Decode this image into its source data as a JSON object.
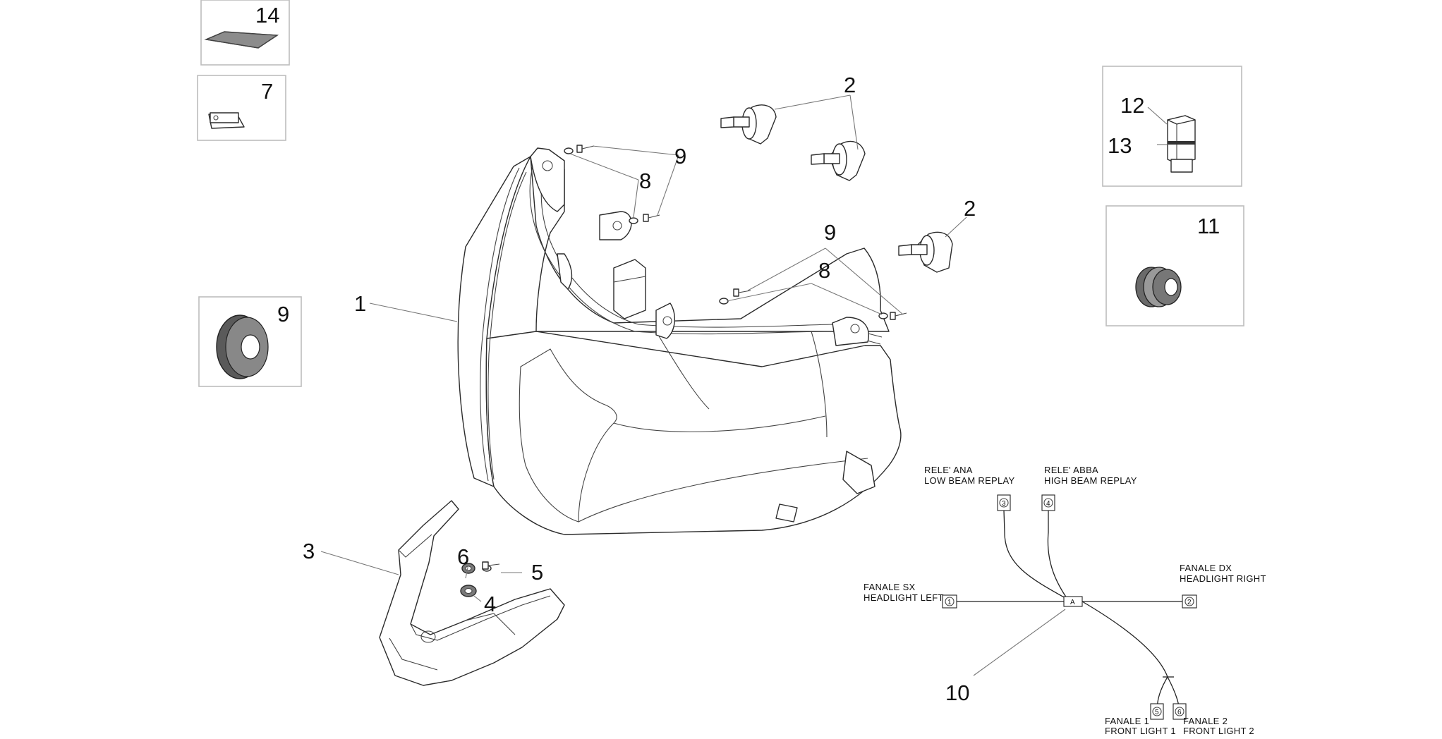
{
  "callouts": {
    "c1": "1",
    "c2a": "2",
    "c2b": "2",
    "c3": "3",
    "c4": "4",
    "c5": "5",
    "c6": "6",
    "c7": "7",
    "c8a": "8",
    "c8b": "8",
    "c9a": "9",
    "c9b": "9",
    "c9c": "9",
    "c10": "10",
    "c11": "11",
    "c12": "12",
    "c13": "13",
    "c14": "14"
  },
  "wiring": {
    "relay_low": {
      "line1": "RELE' ANA",
      "line2": "LOW BEAM REPLAY",
      "pin": "3"
    },
    "relay_high": {
      "line1": "RELE' ABBA",
      "line2": "HIGH BEAM REPLAY",
      "pin": "4"
    },
    "headlight_left": {
      "line1": "FANALE SX",
      "line2": "HEADLIGHT LEFT",
      "pin": "1"
    },
    "headlight_right": {
      "line1": "FANALE DX",
      "line2": "HEADLIGHT RIGHT",
      "pin": "2"
    },
    "front_light_1": {
      "line1": "FANALE 1",
      "line2": "FRONT LIGHT 1",
      "pin": "5"
    },
    "front_light_2": {
      "line1": "FANALE 2",
      "line2": "FRONT LIGHT 2",
      "pin": "6"
    },
    "junction": "A"
  }
}
